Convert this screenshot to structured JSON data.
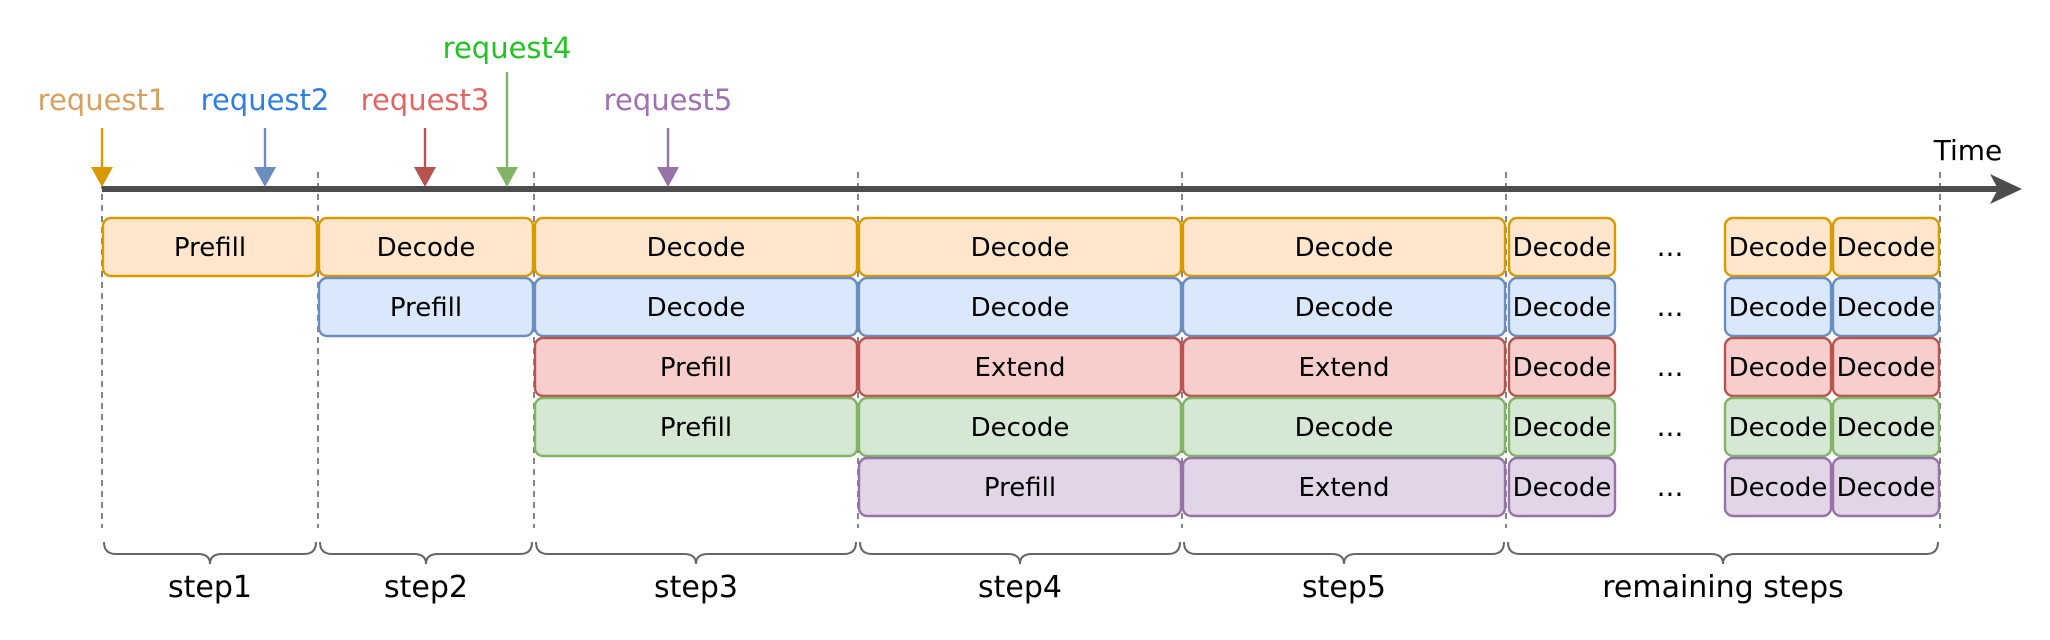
{
  "time_label": "Time",
  "requests": [
    {
      "label": "request1",
      "color": "#d79b00",
      "text_color": "#d8a060"
    },
    {
      "label": "request2",
      "color": "#6c8ebf",
      "text_color": "#2f7fe0"
    },
    {
      "label": "request3",
      "color": "#b85450",
      "text_color": "#e06666"
    },
    {
      "label": "request4",
      "color": "#82b366",
      "text_color": "#22c322"
    },
    {
      "label": "request5",
      "color": "#9673a6",
      "text_color": "#a070b0"
    }
  ],
  "lanes": [
    {
      "fill": "#ffe6cc",
      "stroke": "#d79b00"
    },
    {
      "fill": "#dae8fc",
      "stroke": "#6c8ebf"
    },
    {
      "fill": "#f8cecc",
      "stroke": "#b85450"
    },
    {
      "fill": "#d5e8d4",
      "stroke": "#82b366"
    },
    {
      "fill": "#e1d5e7",
      "stroke": "#9673a6"
    }
  ],
  "steps": [
    {
      "label": "step1",
      "cells": [
        "Prefill",
        null,
        null,
        null,
        null
      ]
    },
    {
      "label": "step2",
      "cells": [
        "Decode",
        "Prefill",
        null,
        null,
        null
      ]
    },
    {
      "label": "step3",
      "cells": [
        "Decode",
        "Decode",
        "Prefill",
        "Prefill",
        null
      ]
    },
    {
      "label": "step4",
      "cells": [
        "Decode",
        "Decode",
        "Extend",
        "Decode",
        "Prefill"
      ]
    },
    {
      "label": "step5",
      "cells": [
        "Decode",
        "Decode",
        "Extend",
        "Decode",
        "Extend"
      ]
    }
  ],
  "remaining": {
    "label": "remaining steps",
    "cell_label": "Decode",
    "ellipsis": "..."
  }
}
